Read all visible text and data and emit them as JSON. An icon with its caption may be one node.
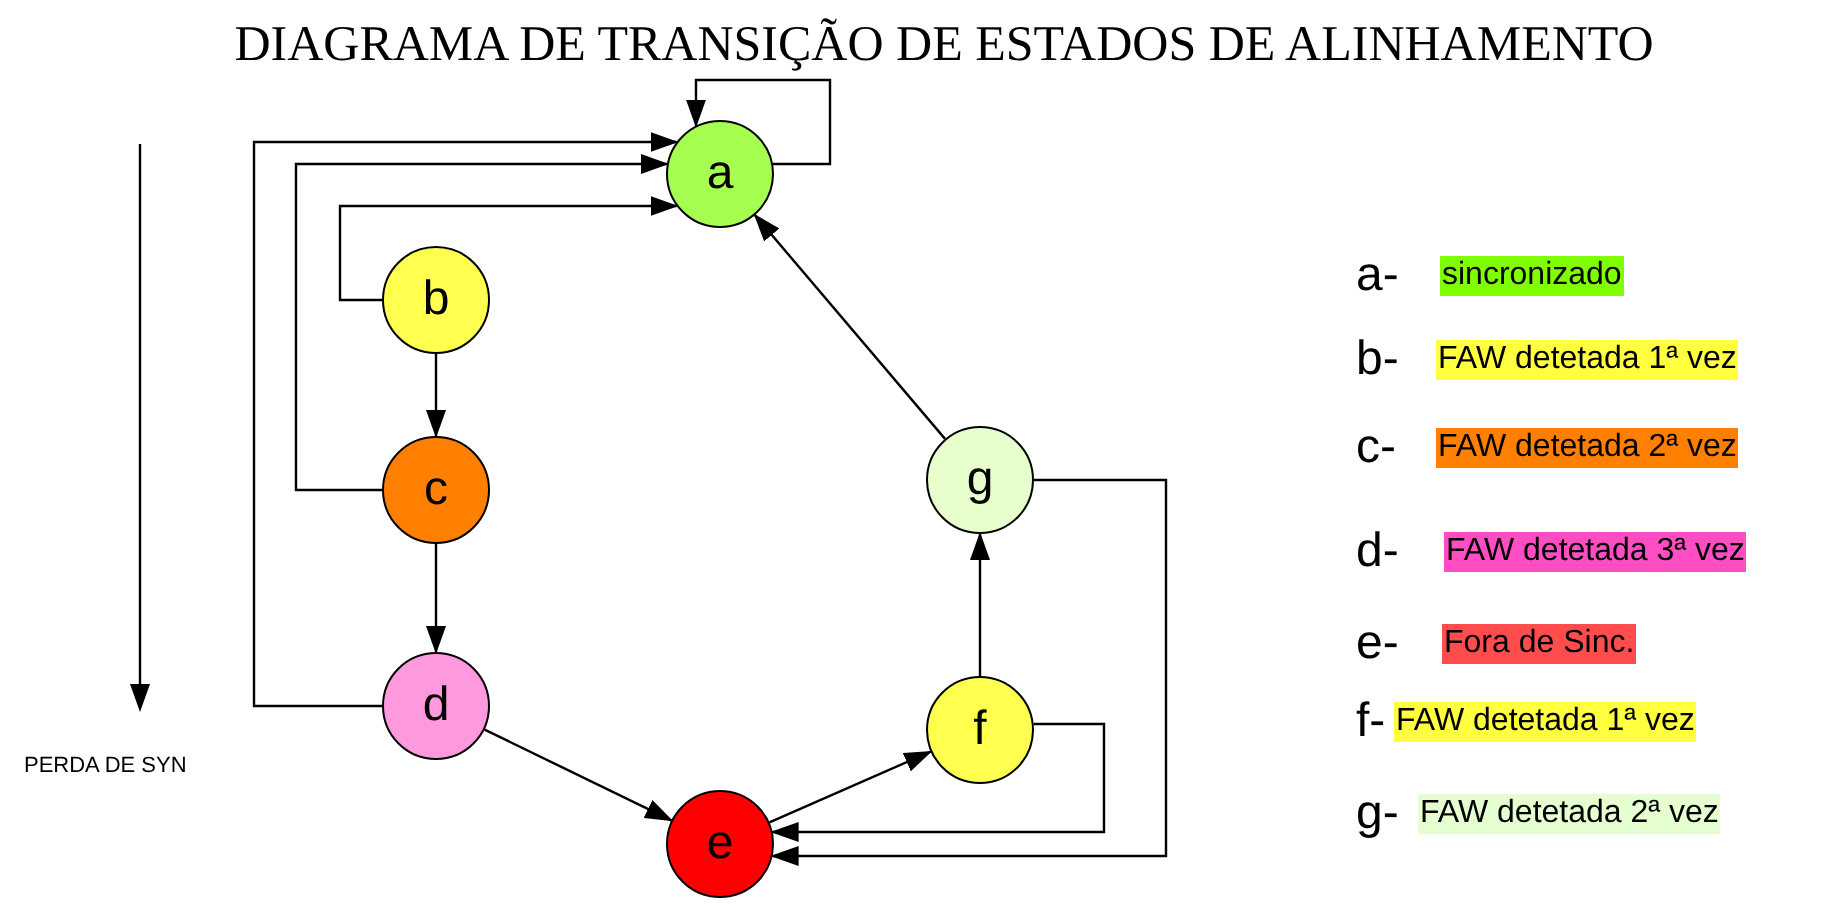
{
  "diagram": {
    "title": "DIAGRAMA DE TRANSIÇÃO DE ESTADOS DE ALINHAMENTO",
    "nodes": [
      {
        "text": [
          "a"
        ]
      },
      {
        "text": [
          "b"
        ]
      },
      {
        "text": [
          "c"
        ]
      },
      {
        "text": [
          "d"
        ]
      },
      {
        "text": [
          "e"
        ]
      },
      {
        "text": [
          "f"
        ]
      },
      {
        "text": [
          "g"
        ]
      }
    ],
    "edges": [
      {
        "from": 0,
        "to": 0,
        "arrow": "to"
      },
      {
        "from": 1,
        "to": 0,
        "arrow": "to"
      },
      {
        "from": 2,
        "to": 0,
        "arrow": "to"
      },
      {
        "from": 3,
        "to": 0,
        "arrow": "to"
      },
      {
        "from": 1,
        "to": 2,
        "arrow": "to"
      },
      {
        "from": 2,
        "to": 3,
        "arrow": "to"
      },
      {
        "from": 3,
        "to": 4,
        "arrow": "to"
      },
      {
        "from": 4,
        "to": 5,
        "arrow": "to"
      },
      {
        "from": 5,
        "to": 6,
        "arrow": "to"
      },
      {
        "from": 6,
        "to": 0,
        "arrow": "to"
      },
      {
        "from": 5,
        "to": 4,
        "arrow": "to"
      },
      {
        "from": 6,
        "to": 4,
        "arrow": "to"
      }
    ],
    "labels": [
      "a-",
      "b-",
      "c-",
      "d-",
      "e-",
      "f-",
      "g-",
      "PERDA DE SYN"
    ],
    "legend": [
      {
        "text": "sincronizado",
        "color": "#80ff00"
      },
      {
        "text": "FAW detetada 1ª vez",
        "color": "#ffff40"
      },
      {
        "text": "FAW detetada 2ª vez",
        "color": "#ff8000"
      },
      {
        "text": "FAW detetada 3ª vez",
        "color": "#ff4dc4"
      },
      {
        "text": "Fora de Sinc.",
        "color": "#ff4d4d"
      },
      {
        "text": "FAW detetada 1ª vez",
        "color": "#ffff40"
      },
      {
        "text": "FAW detetada 2ª vez",
        "color": "#e6ffd0"
      }
    ]
  }
}
